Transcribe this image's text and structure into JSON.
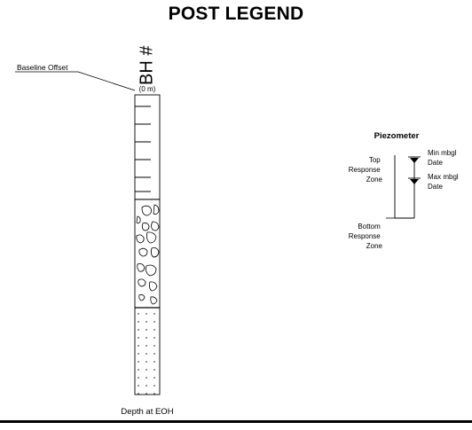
{
  "title": "POST LEGEND",
  "borehole": {
    "id_label": "BH #",
    "baseline_offset_label": "Baseline Offset",
    "top_depth_label": "(0 m)",
    "bottom_label": "Depth at EOH"
  },
  "piezometer": {
    "title": "Piezometer",
    "top_zone_label": [
      "Top",
      "Response",
      "Zone"
    ],
    "bottom_zone_label": [
      "Bottom",
      "Response",
      "Zone"
    ],
    "min_level_label": [
      "Min mbgl",
      "Date"
    ],
    "max_level_label": [
      "Max mbgl",
      "Date"
    ]
  }
}
